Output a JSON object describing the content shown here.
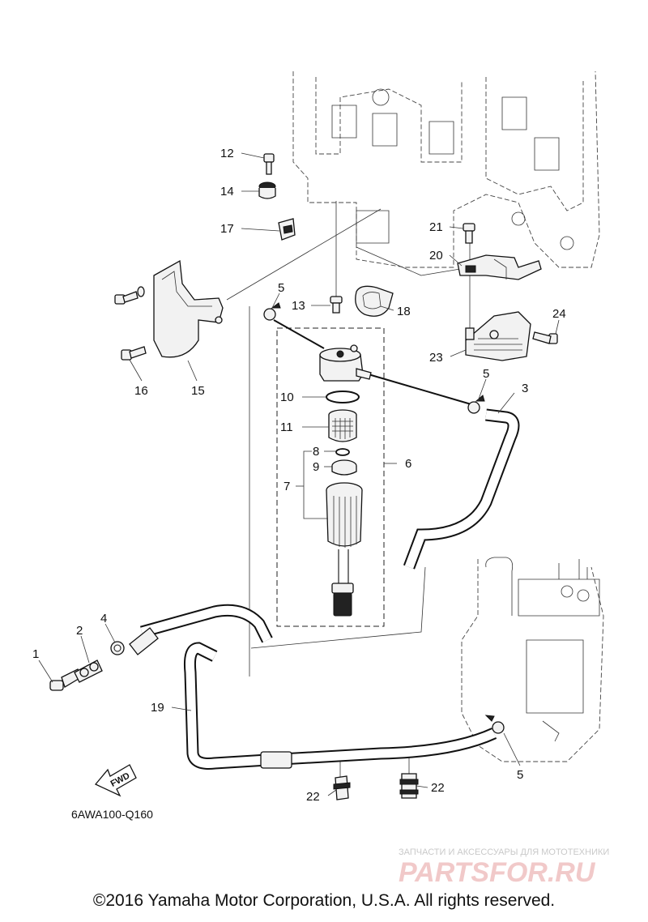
{
  "labels": {
    "l1": "1",
    "l2": "2",
    "l3": "3",
    "l4": "4",
    "l5a": "5",
    "l5b": "5",
    "l5c": "5",
    "l6": "6",
    "l7": "7",
    "l8": "8",
    "l9": "9",
    "l10": "10",
    "l11": "11",
    "l12": "12",
    "l13": "13",
    "l14": "14",
    "l15": "15",
    "l16": "16",
    "l17": "17",
    "l18": "18",
    "l19": "19",
    "l20": "20",
    "l21": "21",
    "l22a": "22",
    "l22b": "22",
    "l23": "23",
    "l24": "24"
  },
  "fwd_label": "FWD",
  "diagram_code": "6AWA100-Q160",
  "watermark": {
    "tagline": "ЗАПЧАСТИ И АКСЕССУАРЫ ДЛЯ МОТОТЕХНИКИ",
    "brand": "PARTSFOR.RU"
  },
  "copyright": "©2016 Yamaha Motor Corporation, U.S.A. All rights reserved."
}
